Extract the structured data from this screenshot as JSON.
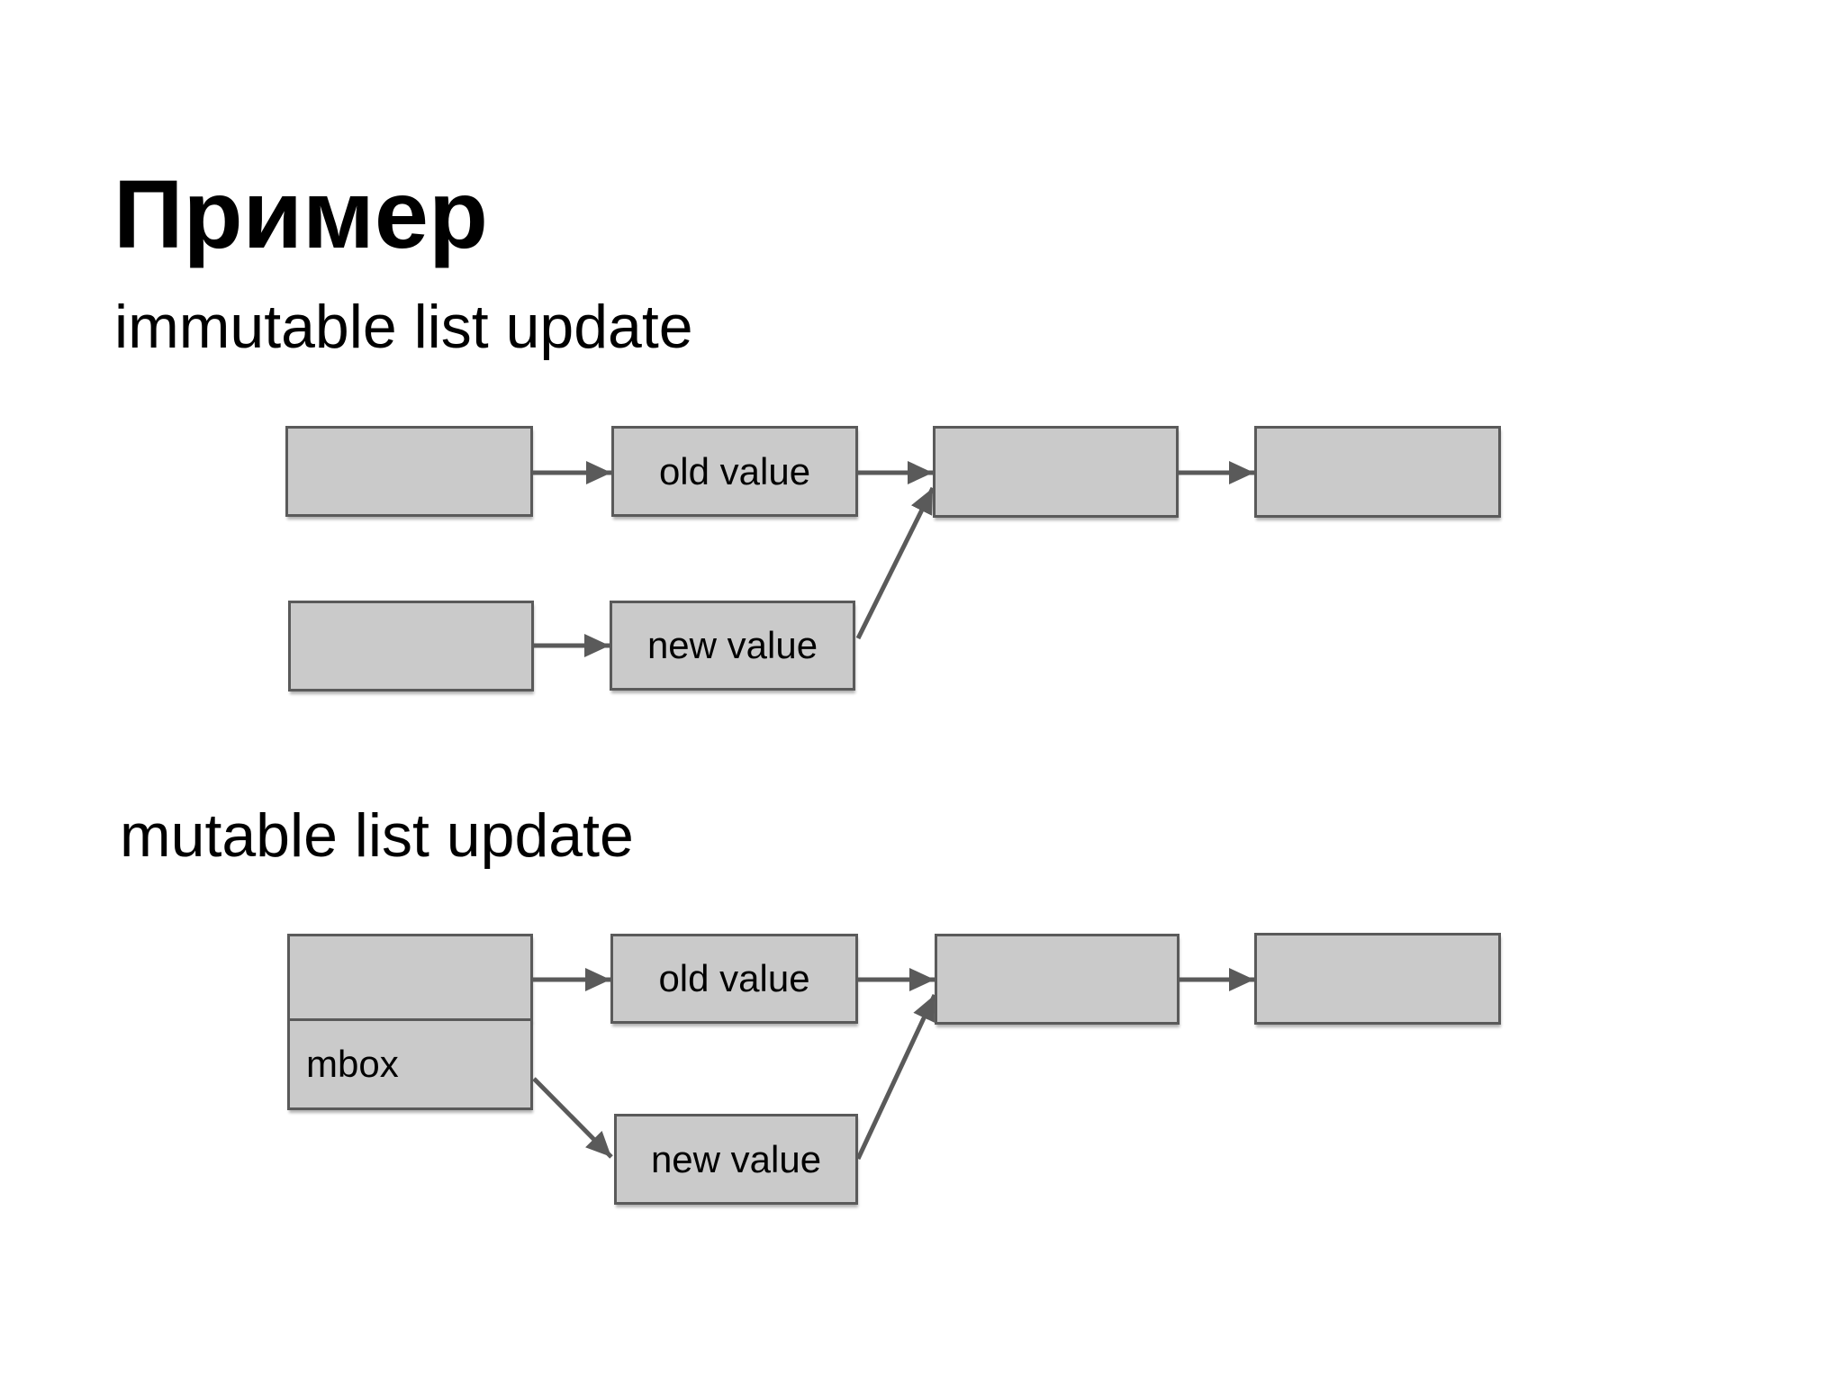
{
  "slide": {
    "title": "Пример"
  },
  "immutable_diagram": {
    "heading": "immutable list update",
    "old_value_label": "old value",
    "new_value_label": "new value"
  },
  "mutable_diagram": {
    "heading": "mutable list update",
    "old_value_label": "old value",
    "new_value_label": "new value",
    "mbox_label": "mbox"
  },
  "colors": {
    "background": "#ffffff",
    "box_fill": "#cacaca",
    "box_border": "#5a5a5a",
    "arrow": "#5a5a5a",
    "text": "#000000"
  }
}
